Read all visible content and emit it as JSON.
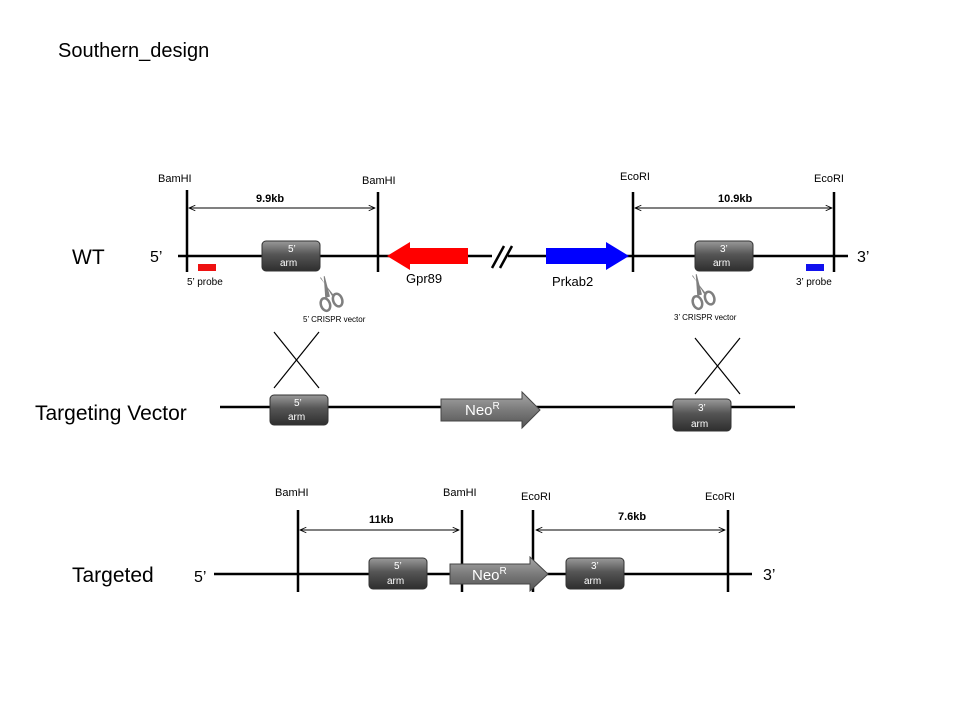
{
  "title": "Southern_design",
  "rows": {
    "wt": "WT",
    "vector": "Targeting Vector",
    "targeted": "Targeted"
  },
  "ends": {
    "five": "5’",
    "three": "3’"
  },
  "sites": {
    "bamhi": "BamHI",
    "ecori": "EcoRI"
  },
  "distances": {
    "wt_5": "9.9kb",
    "wt_3": "10.9kb",
    "tg_5": "11kb",
    "tg_3": "7.6kb"
  },
  "arms": {
    "five_top": "5’",
    "three_top": "3’",
    "bottom": "arm"
  },
  "genes": {
    "gpr89": "Gpr89",
    "prkab2": "Prkab2"
  },
  "probes": {
    "five": "5’ probe",
    "three": "3’ probe"
  },
  "crispr": {
    "five": "5’ CRISPR   vector",
    "three": "3’ CRISPR   vector"
  },
  "neo": {
    "base": "Neo",
    "sup": "R"
  },
  "colors": {
    "gpr89": "#ff0000",
    "prkab2": "#0000ff",
    "probe5": "#ee1111",
    "probe3": "#1111ee",
    "arm": "#4a4a4a",
    "neo": "#7a7a7a"
  }
}
